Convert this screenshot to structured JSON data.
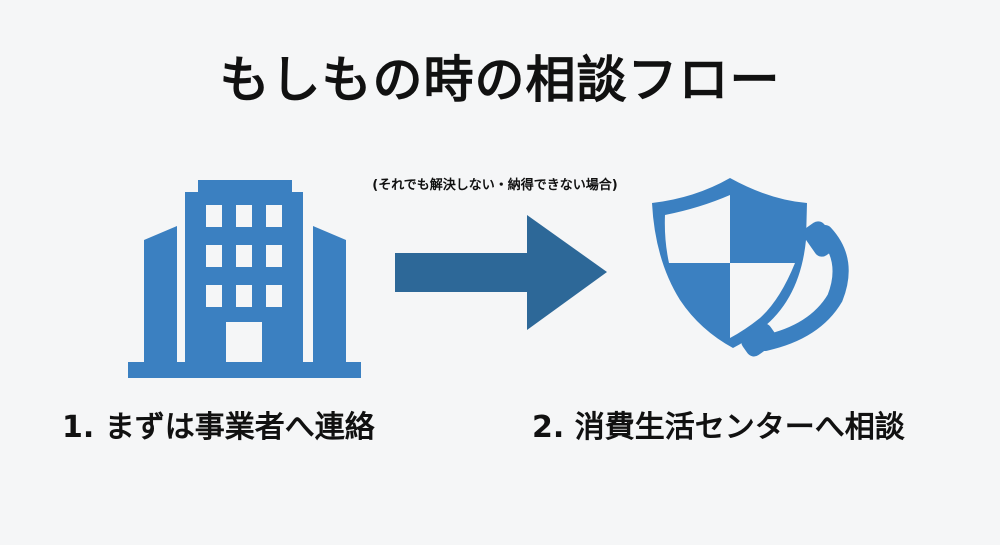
{
  "title": "もしもの時の相談フロー",
  "note": "(それでも解決しない・納得できない場合)",
  "steps": [
    {
      "label": "1. まずは事業者へ連絡",
      "icon": "office-building-icon"
    },
    {
      "label": "2. 消費生活センターへ相談",
      "icon": "shield-phone-icon"
    }
  ],
  "connector_icon": "arrow-right-icon",
  "colors": {
    "icon": "#3b80c1",
    "arrow": "#2d6898",
    "background": "#f5f6f7"
  }
}
